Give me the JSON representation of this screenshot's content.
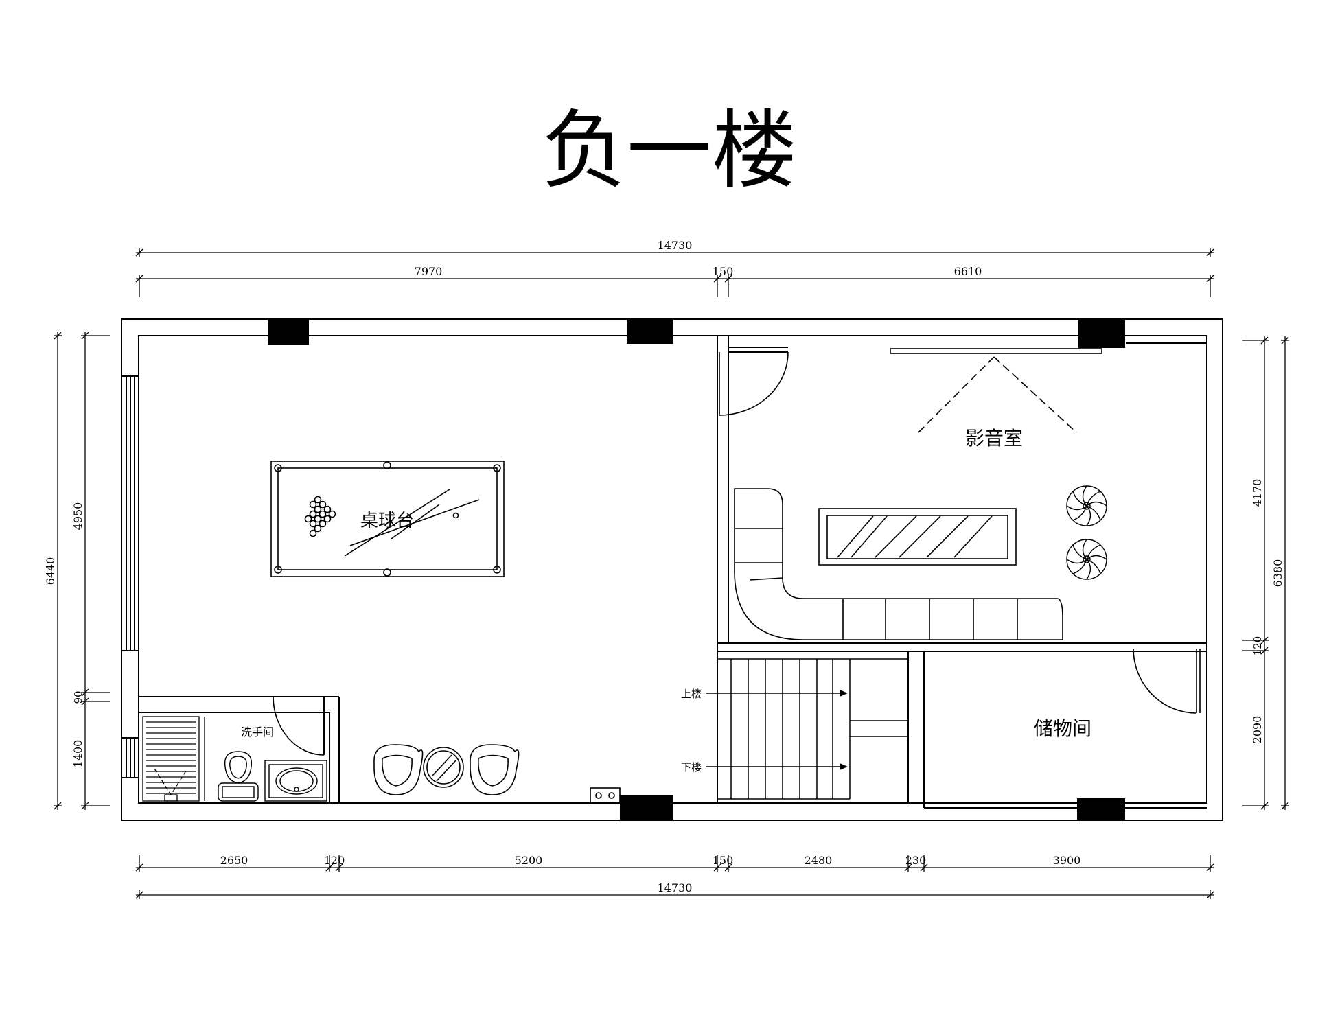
{
  "title": "负一楼",
  "rooms": {
    "billiards": "桌球台",
    "theater": "影音室",
    "washroom": "洗手间",
    "storage": "储物间"
  },
  "stairs": {
    "up": "上楼",
    "down": "下楼"
  },
  "dimensions": {
    "top_total": "14730",
    "top_left": "7970",
    "top_mid": "150",
    "top_right": "6610",
    "bottom_1": "2650",
    "bottom_2": "120",
    "bottom_3": "5200",
    "bottom_4": "150",
    "bottom_5": "2480",
    "bottom_6": "230",
    "bottom_7": "3900",
    "bottom_total": "14730",
    "left_total": "6440",
    "left_upper": "4950",
    "left_mid": "90",
    "left_lower": "1400",
    "right_total": "6380",
    "right_upper": "4170",
    "right_mid": "120",
    "right_lower": "2090"
  }
}
